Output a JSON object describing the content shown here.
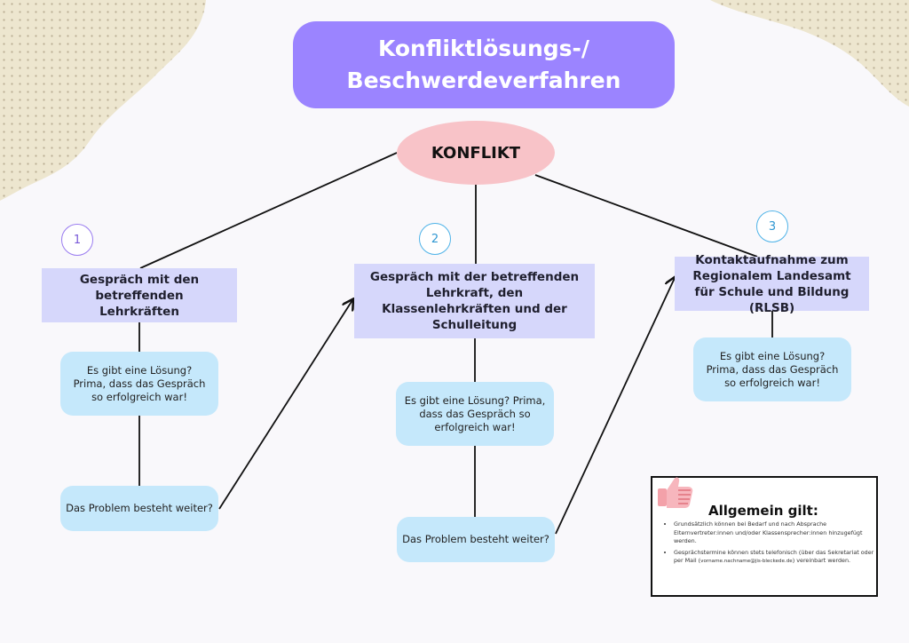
{
  "title": {
    "line1": "Konfliktlösungs-/",
    "line2": "Beschwerdeverfahren"
  },
  "root": "KONFLIKT",
  "steps": [
    {
      "number": "1",
      "label": "Gespräch mit den betreffenden Lehrkräften",
      "solution": "Es gibt eine Lösung? Prima, dass das Gespräch so erfolgreich war!",
      "problem": "Das Problem besteht weiter?"
    },
    {
      "number": "2",
      "label": "Gespräch mit der betreffenden Lehrkraft, den Klassenlehrkräften und der Schulleitung",
      "solution": "Es gibt eine Lösung? Prima, dass das Gespräch so erfolgreich war!",
      "problem": "Das Problem besteht weiter?"
    },
    {
      "number": "3",
      "label": "Kontaktaufnahme zum Regionalem Landesamt für Schule und Bildung (RLSB)",
      "solution": "Es gibt eine Lösung? Prima, dass das Gespräch so erfolgreich war!"
    }
  ],
  "note": {
    "title": "Allgemein gilt:",
    "bullet1": "Grundsätzlich können bei Bedarf und nach Absprache Elternvertreter:innen und/oder Klassensprecher:innen hinzugefügt werden.",
    "bullet2_pre": "Gesprächstermine können stets telefonisch (über das Sekretariat oder per Mail (",
    "bullet2_email": "vorname.nachname@jis-bleckede.de",
    "bullet2_post": ") vereinbart werden."
  },
  "colors": {
    "title_bg": "#9b84ff",
    "root_bg": "#f8c3c8",
    "step_bg": "#d6d7fb",
    "bubble_bg": "#c5e8fb"
  },
  "icons": {
    "note": "thumbs-up-icon"
  }
}
